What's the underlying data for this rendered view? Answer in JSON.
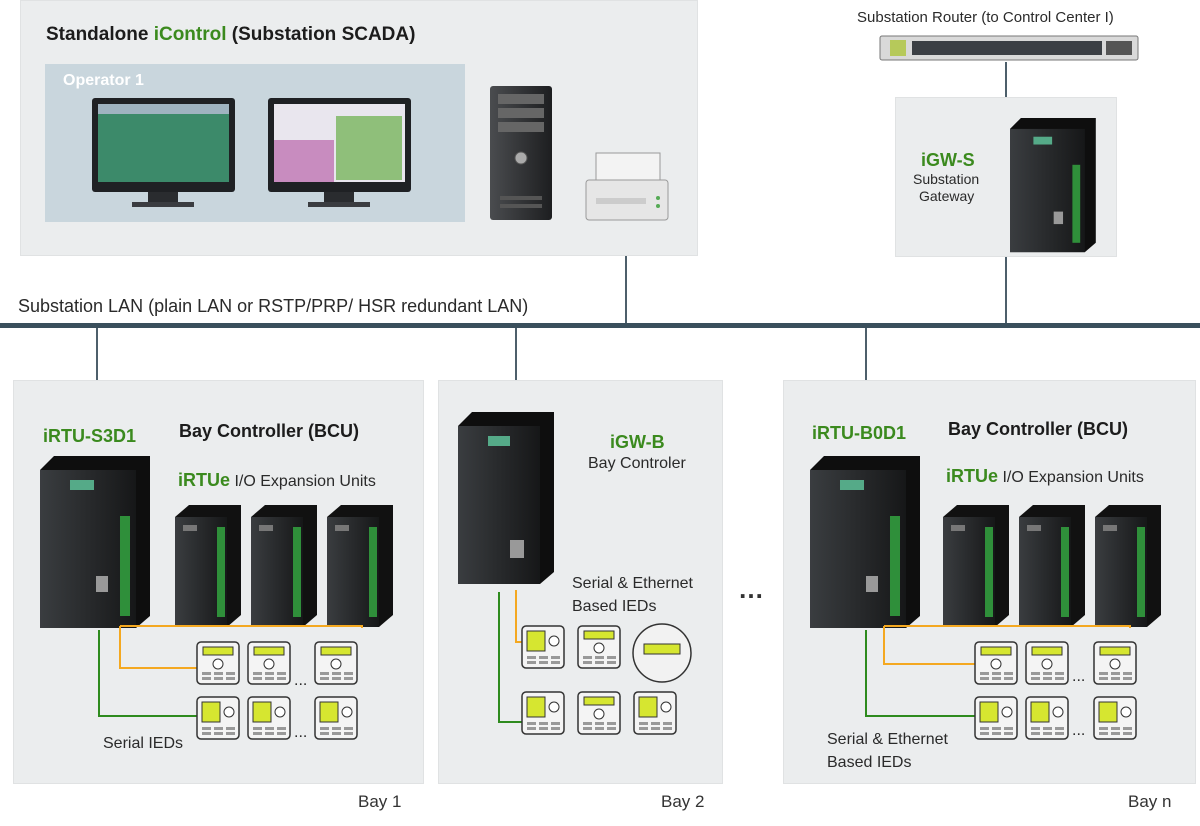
{
  "scada": {
    "title_prefix": "Standalone ",
    "title_brand": "iControl",
    "title_suffix": " (Substation SCADA)",
    "operator": "Operator 1"
  },
  "router": {
    "label": "Substation Router (to Control Center I)"
  },
  "gateway": {
    "name": "iGW-S",
    "line1": "Substation",
    "line2": "Gateway"
  },
  "lan": {
    "label": "Substation LAN (plain LAN or RSTP/PRP/ HSR redundant LAN)"
  },
  "bay1": {
    "device": "iRTU-S3D1",
    "role": "Bay Controller (BCU)",
    "exp_brand": "iRTUe",
    "exp_label": " I/O Expansion Units",
    "ieds": "Serial IEDs",
    "ellipsis": "...",
    "caption": "Bay 1"
  },
  "bay2": {
    "device": "iGW-B",
    "role": "Bay Controler",
    "ieds_line1": "Serial & Ethernet",
    "ieds_line2": "Based IEDs",
    "caption": "Bay 2"
  },
  "bay_sep": "…",
  "bayn": {
    "device": "iRTU-B0D1",
    "role": "Bay Controller (BCU)",
    "exp_brand": "iRTUe",
    "exp_label": " I/O Expansion Units",
    "ieds_line1": "Serial & Ethernet",
    "ieds_line2": "Based IEDs",
    "ellipsis": "...",
    "caption": "Bay n"
  },
  "colors": {
    "panel": "#ebedee",
    "brand_green": "#3b8a1e",
    "serial_wire": "#f4a820",
    "ethernet_wire": "#2e8b1e",
    "lan_bus": "#3a4f5c"
  }
}
